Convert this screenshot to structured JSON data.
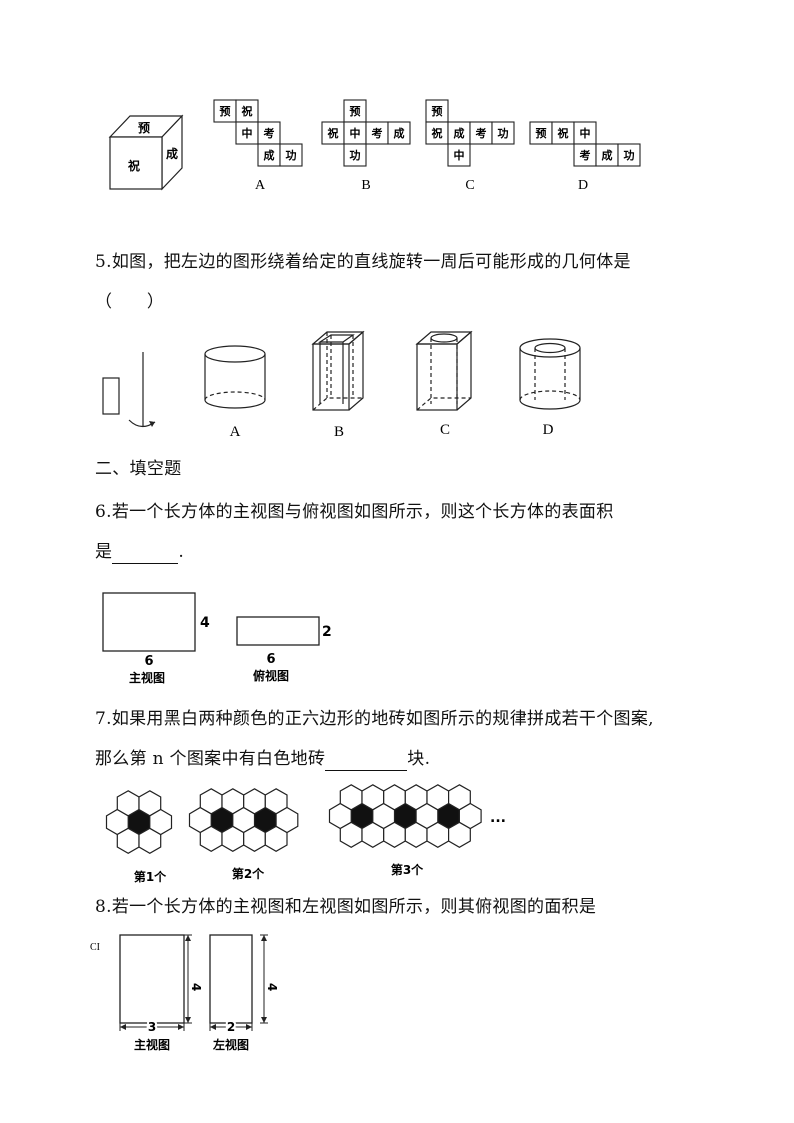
{
  "q4": {
    "cube_faces": [
      "预",
      "祝",
      "成"
    ],
    "nets": [
      {
        "label": "A",
        "cells": [
          "预",
          "祝",
          "中",
          "考",
          "成",
          "功"
        ]
      },
      {
        "label": "B",
        "cells": [
          "预",
          "祝",
          "中",
          "考",
          "成",
          "功"
        ]
      },
      {
        "label": "C",
        "cells": [
          "预",
          "祝",
          "成",
          "考",
          "功",
          "中"
        ]
      },
      {
        "label": "D",
        "cells": [
          "预",
          "祝",
          "中",
          "考",
          "成",
          "功"
        ]
      }
    ]
  },
  "q5": {
    "line1": "5.如图，把左边的图形绕着给定的直线旋转一周后可能形成的几何体是",
    "line2": "（　　）",
    "options": [
      "A",
      "B",
      "C",
      "D"
    ]
  },
  "section2": {
    "title": "二、填空题"
  },
  "q6": {
    "line1": "6.若一个长方体的主视图与俯视图如图所示，则这个长方体的表面积",
    "line2_prefix": "是",
    "line2_suffix": ".",
    "front_width": "6",
    "front_height": "4",
    "top_width": "6",
    "top_height": "2",
    "front_caption": "主视图",
    "top_caption": "俯视图"
  },
  "q7": {
    "line1": "7.如果用黑白两种颜色的正六边形的地砖如图所示的规律拼成若干个图案,",
    "line2_prefix": "那么第 n 个图案中有白色地砖",
    "line2_suffix": "块.",
    "captions": [
      "第1个",
      "第2个",
      "第3个"
    ],
    "ellipsis": "..."
  },
  "q8": {
    "line1": "8.若一个长方体的主视图和左视图如图所示，则其俯视图的面积是",
    "side_mark": "CI",
    "front_width": "3",
    "front_height": "4",
    "left_width": "2",
    "left_height": "4",
    "front_caption": "主视图",
    "left_caption": "左视图"
  }
}
